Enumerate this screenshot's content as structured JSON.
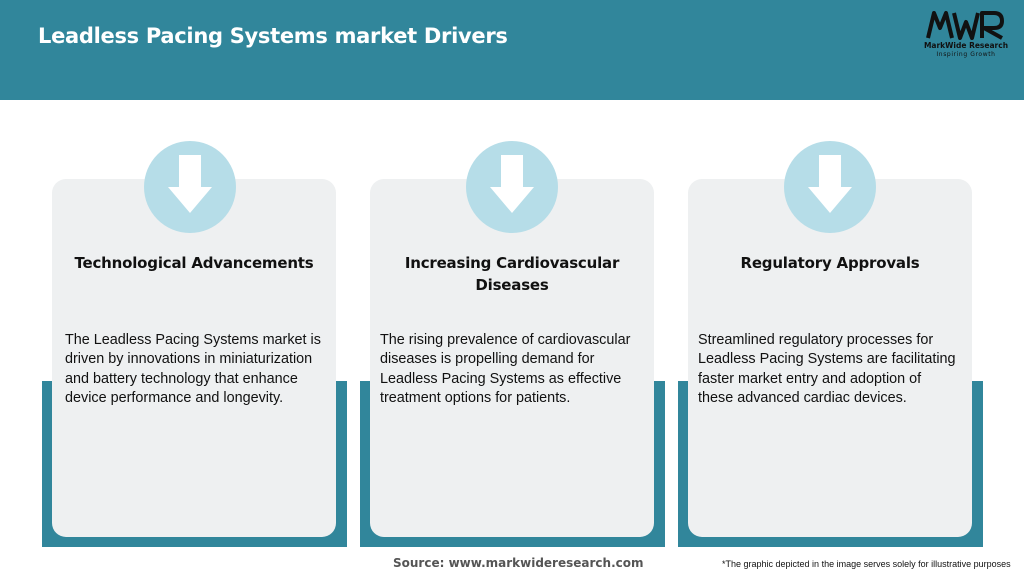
{
  "header": {
    "title": "Leadless Pacing Systems market Drivers",
    "background_color": "#31869b"
  },
  "logo": {
    "mark_text": "MWR",
    "name": "MarkWide Research",
    "tagline": "Inspiring Growth"
  },
  "cards": [
    {
      "title": "Technological Advancements",
      "body": "The Leadless Pacing Systems market is driven by innovations in miniaturization and battery technology that enhance device performance and longevity.",
      "icon": "arrow-down-icon"
    },
    {
      "title": "Increasing Cardiovascular Diseases",
      "body": "The rising prevalence of cardiovascular diseases is propelling demand for Leadless Pacing Systems as effective treatment options for patients.",
      "icon": "arrow-down-icon"
    },
    {
      "title": "Regulatory Approvals",
      "body": "Streamlined regulatory processes for Leadless Pacing Systems are facilitating faster market entry and adoption of these advanced cardiac devices.",
      "icon": "arrow-down-icon"
    }
  ],
  "footer": {
    "source": "Source: www.markwideresearch.com",
    "disclaimer": "*The graphic depicted in the image serves solely for illustrative purposes"
  },
  "colors": {
    "accent": "#31869b",
    "card": "#eef0f1",
    "circle": "#b6dde8"
  }
}
